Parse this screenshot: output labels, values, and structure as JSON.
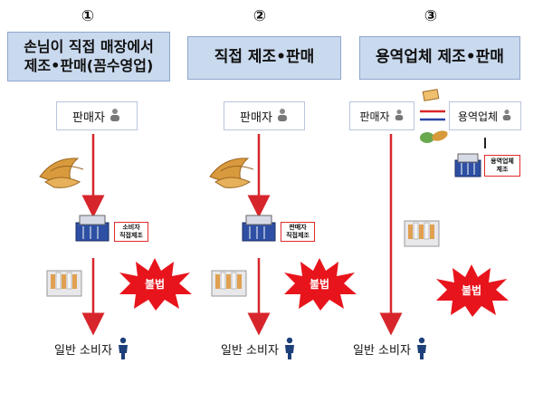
{
  "columns": [
    {
      "number": "①",
      "title_line1": "손님이 직접 매장에서",
      "title_line2": "제조•판매(꼼수영업)",
      "seller": "판매자",
      "manufacture_label_line1": "소비자",
      "manufacture_label_line2": "직접제조",
      "illegal": "불법",
      "consumer": "일반 소비자"
    },
    {
      "number": "②",
      "title": "직접 제조•판매",
      "seller": "판매자",
      "manufacture_label_line1": "판매자",
      "manufacture_label_line2": "직접제조",
      "illegal": "불법",
      "consumer": "일반 소비자"
    },
    {
      "number": "③",
      "title": "용역업체 제조•판매",
      "seller": "판매자",
      "contractor": "용역업체",
      "manufacture_label_line1": "용역업체",
      "manufacture_label_line2": "제조",
      "illegal": "불법",
      "consumer": "일반 소비자"
    }
  ],
  "icons": {
    "person": "person-icon",
    "tobacco": "tobacco-leaves-icon",
    "machine": "rolling-machine-icon",
    "cigarettes": "cigarette-pack-icon",
    "burst": "starburst-icon",
    "standing_person": "standing-person-icon"
  },
  "colors": {
    "title_bg": "#c9d9ee",
    "arrow": "#d7262b",
    "burst": "#e8141c",
    "contract_link_top": "#d7262b",
    "contract_link_bottom": "#2a45a8"
  }
}
